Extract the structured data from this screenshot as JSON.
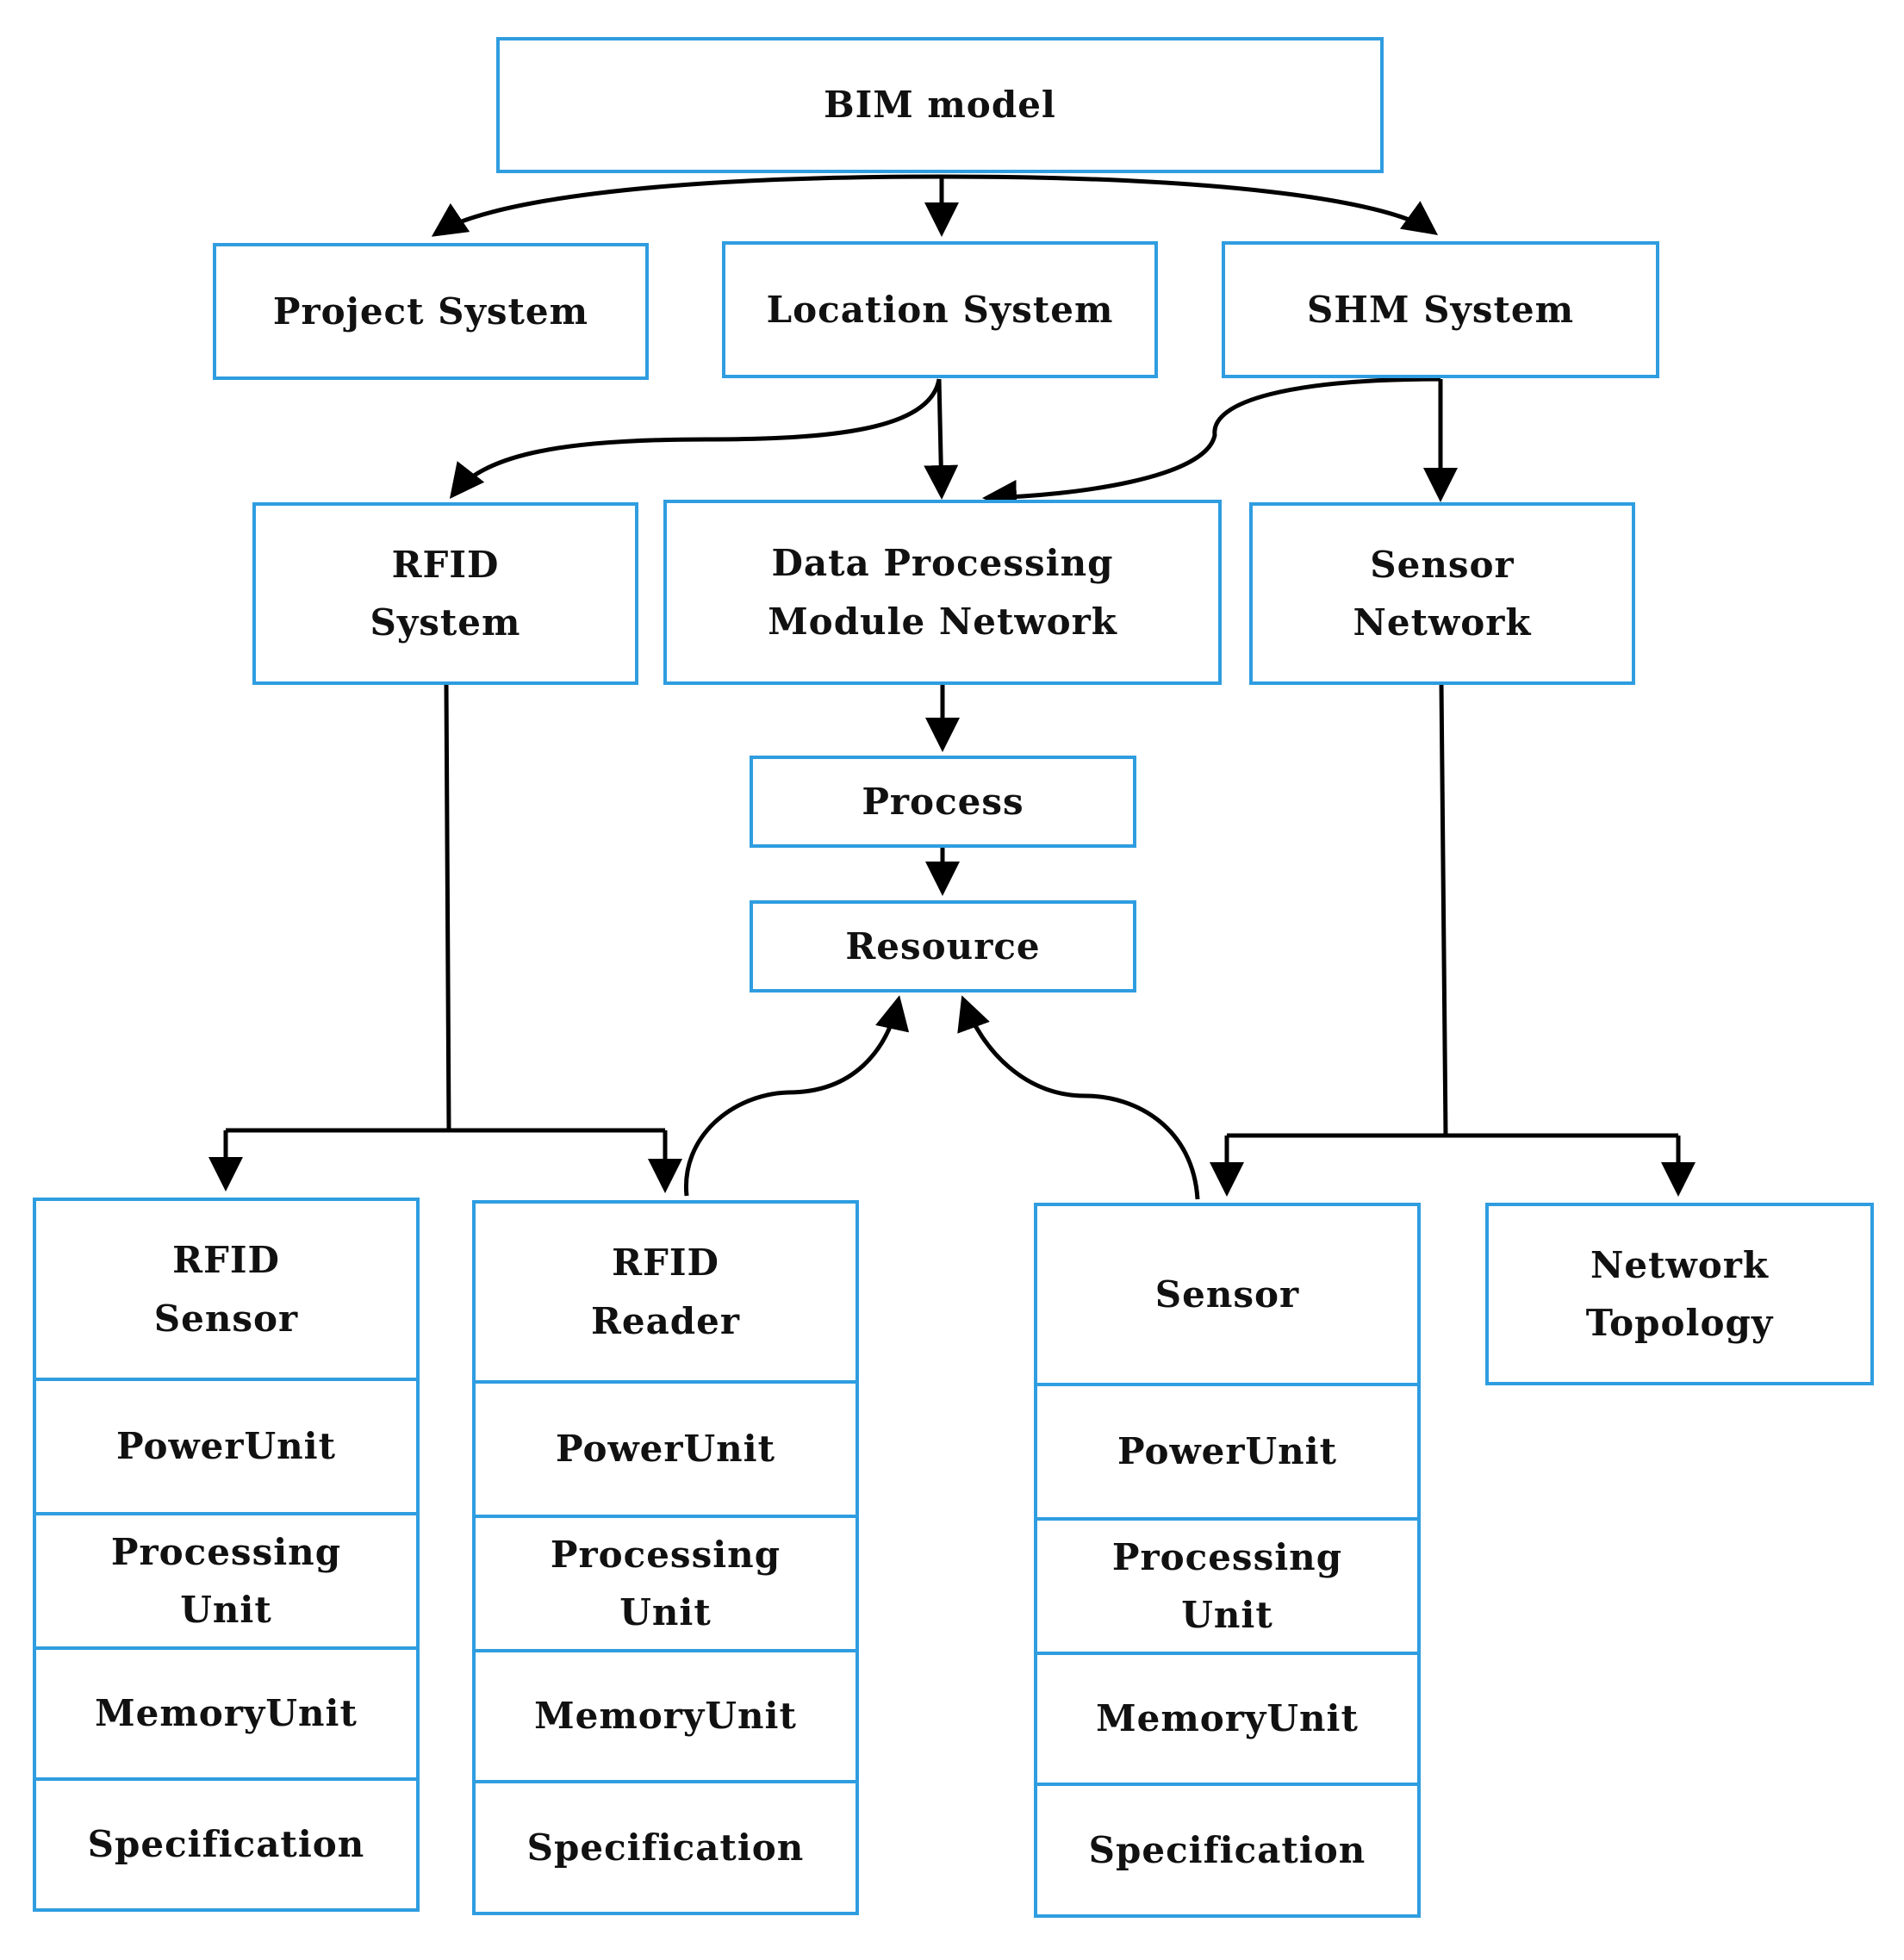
{
  "colors": {
    "border": "#2f9de0",
    "text": "#111111",
    "line": "#000000"
  },
  "nodes": {
    "bim_model": "BIM model",
    "project_system": "Project System",
    "location_system": "Location System",
    "shm_system": "SHM System",
    "rfid_system": "RFID\nSystem",
    "data_processing": "Data Processing\nModule Network",
    "sensor_network": "Sensor\nNetwork",
    "process": "Process",
    "resource": "Resource",
    "rfid_sensor": {
      "title": "RFID\nSensor",
      "power": "PowerUnit",
      "processing": "Processing\nUnit",
      "memory": "MemoryUnit",
      "spec": "Specification"
    },
    "rfid_reader": {
      "title": "RFID\nReader",
      "power": "PowerUnit",
      "processing": "Processing\nUnit",
      "memory": "MemoryUnit",
      "spec": "Specification"
    },
    "sensor": {
      "title": "Sensor",
      "power": "PowerUnit",
      "processing": "Processing\nUnit",
      "memory": "MemoryUnit",
      "spec": "Specification"
    },
    "network_topology": "Network\nTopology"
  }
}
